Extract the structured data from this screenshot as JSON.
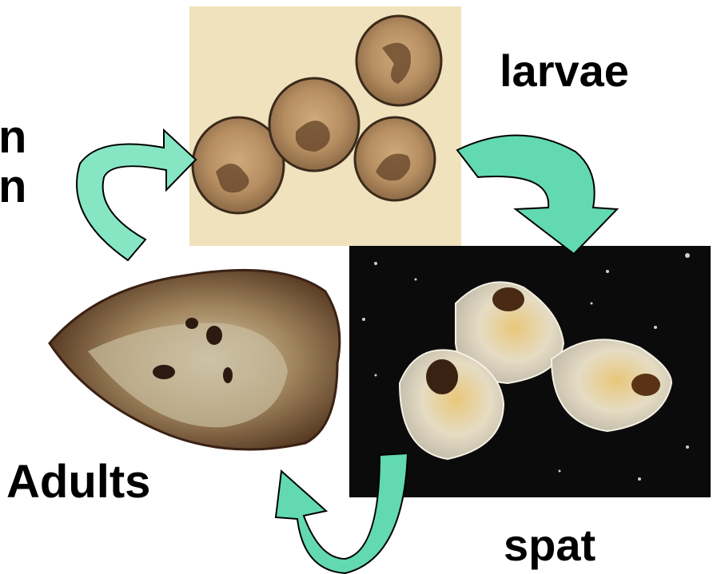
{
  "labels": {
    "larvae": "larvae",
    "adults": "Adults",
    "spat": "spat"
  },
  "clipped_left_text": [
    "n",
    "n"
  ],
  "colors": {
    "arrow_fill": "#62d9b0",
    "arrow_fill_light": "#86e6c4",
    "arrow_stroke": "#000000",
    "larvae_bg": "#efe2bd",
    "spat_bg": "#0b0b0b",
    "shell_dark": "#5a3a24"
  },
  "stages": [
    "larvae",
    "spat",
    "adults"
  ],
  "arrows": [
    "larvae-to-spat",
    "spat-to-adults",
    "adults-to-larvae"
  ]
}
